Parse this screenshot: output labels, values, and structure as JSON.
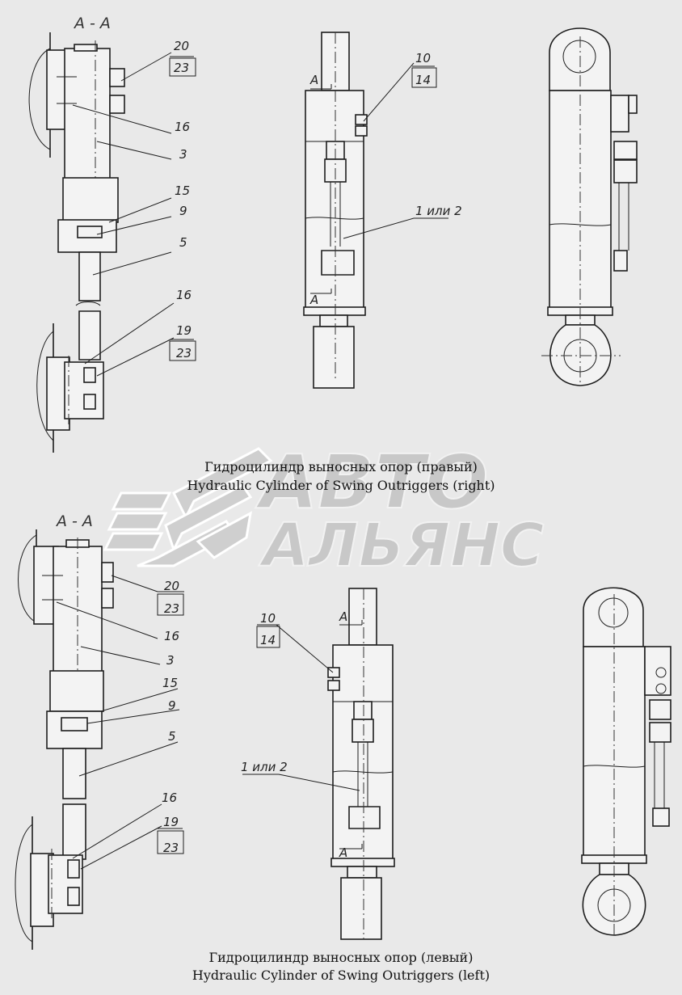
{
  "watermark": {
    "line1": "АВТО",
    "line2": "АЛЬЯНС"
  },
  "right_view": {
    "section_label": "А - А",
    "caption_ru": "Гидроцилиндр выносных опор (правый)",
    "caption_en": "Hydraulic Cylinder of Swing Outriggers (right)",
    "callouts": [
      "20",
      "23",
      "16",
      "3",
      "15",
      "9",
      "5",
      "16",
      "19",
      "23",
      "10",
      "14",
      "1 или 2",
      "А",
      "А"
    ]
  },
  "left_view": {
    "section_label": "А - А",
    "caption_ru": "Гидроцилиндр выносных опор (левый)",
    "caption_en": "Hydraulic Cylinder of Swing Outriggers (left)",
    "callouts": [
      "20",
      "23",
      "16",
      "3",
      "15",
      "9",
      "5",
      "16",
      "19",
      "23",
      "10",
      "14",
      "1 или 2",
      "А",
      "А"
    ]
  }
}
